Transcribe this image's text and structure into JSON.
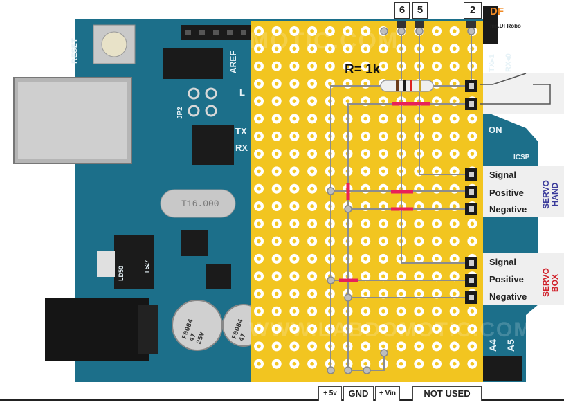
{
  "top_pins": [
    "6",
    "5",
    "2"
  ],
  "resistor_label": "R= 1k",
  "logo": {
    "brand": "DF",
    "site": "mc.DFRobo"
  },
  "servo_hand": {
    "title": "SERVO HAND",
    "title_color": "#3a3a9a",
    "pins": [
      "Signal",
      "Positive",
      "Negative"
    ]
  },
  "servo_box": {
    "title": "SERVO BOX",
    "title_color": "#d0202a",
    "pins": [
      "Signal",
      "Positive",
      "Negative"
    ]
  },
  "bottom_labels": [
    "+ 5v",
    "GND",
    "+ Vin",
    "NOT USED"
  ],
  "board_silkscreen": {
    "reset": "RESET",
    "aref": "AREF",
    "l": "L",
    "tx": "TX",
    "rx": "RX",
    "jp2": "JP2",
    "on": "ON",
    "icsp": "ICSP",
    "tx1": "TX▸1",
    "rx0": "RX◂0",
    "a4": "A4",
    "a5": "A5",
    "crystal": "T16.000",
    "regulator": "LD50",
    "cap1": "F0084\n47\n25V",
    "cap2": "F0084\n47",
    "chip_small": "F527"
  },
  "watermarks": [
    "MOTIC.COM",
    "WWW.LABDOMOTIC.COM"
  ],
  "colors": {
    "board": "#1c6f8a",
    "perfboard": "#f2c520",
    "wire": "#8c8c8c",
    "jumper": "#e8205a",
    "header": "#1a1a1a"
  }
}
